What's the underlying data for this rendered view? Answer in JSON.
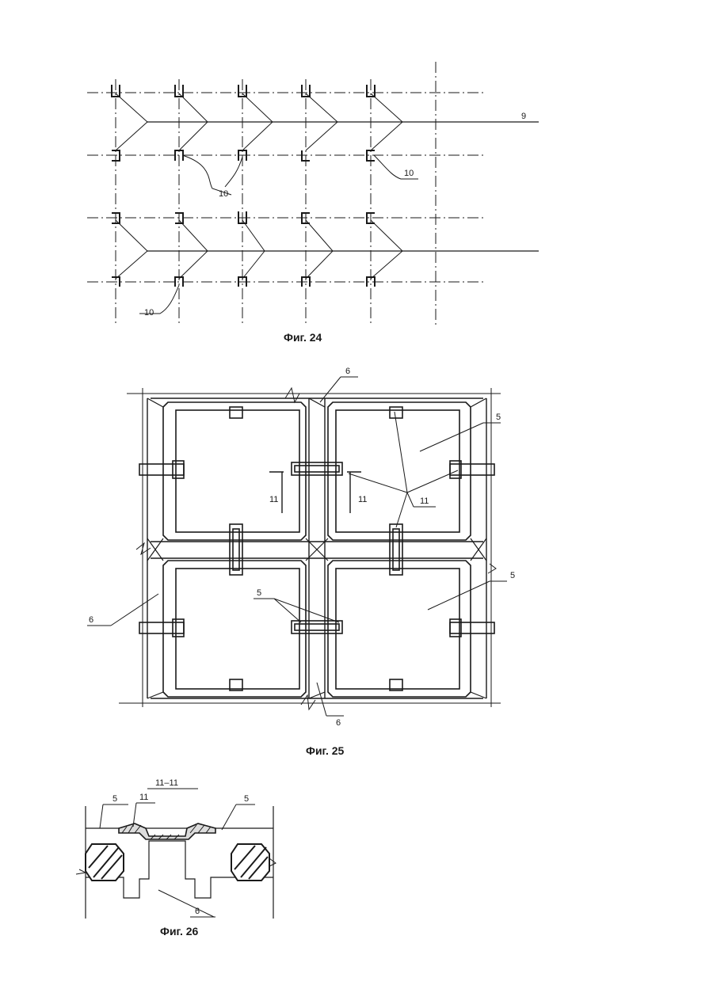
{
  "figures": {
    "fig24": {
      "caption": "Фиг. 24",
      "labels": {
        "l9": "9",
        "l10a": "10",
        "l10b": "10",
        "l10c": "10"
      }
    },
    "fig25": {
      "caption": "Фиг. 25",
      "labels": {
        "l6top": "6",
        "l5a": "5",
        "l11a": "11",
        "l11b": "11",
        "l11c": "11",
        "l6left": "6",
        "l5b": "5",
        "l5c": "5",
        "l6bot": "6"
      }
    },
    "fig26": {
      "caption": "Фиг. 26",
      "labels": {
        "section": "11–11",
        "l5a": "5",
        "l11": "11",
        "l5b": "5",
        "l6": "6"
      }
    }
  }
}
